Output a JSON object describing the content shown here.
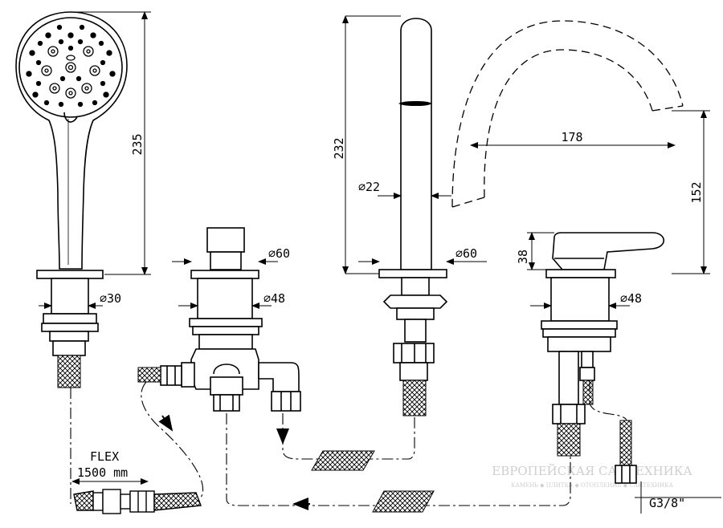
{
  "dimensions": {
    "hand_shower_height": "235",
    "hand_shower_base_diameter": "⌀30",
    "diverter_diameter_top": "⌀60",
    "diverter_diameter_body": "⌀48",
    "spout_height": "232",
    "spout_pipe_diameter": "⌀22",
    "spout_base_diameter": "⌀60",
    "spout_reach": "178",
    "spout_outlet_height": "152",
    "mixer_lever_height": "38",
    "mixer_body_diameter": "⌀48"
  },
  "hose": {
    "name": "FLEX",
    "length": "1500 mm"
  },
  "connection": {
    "thread": "G3/8\""
  },
  "watermark": {
    "title": "ЕВРОПЕЙСКАЯ САНТЕХНИКА",
    "subtitle": "КАМЕНЬ ◆ ПЛИТКА ◆ ОТОПЛЕНИЕ ◆ САНТЕХНИКА"
  }
}
